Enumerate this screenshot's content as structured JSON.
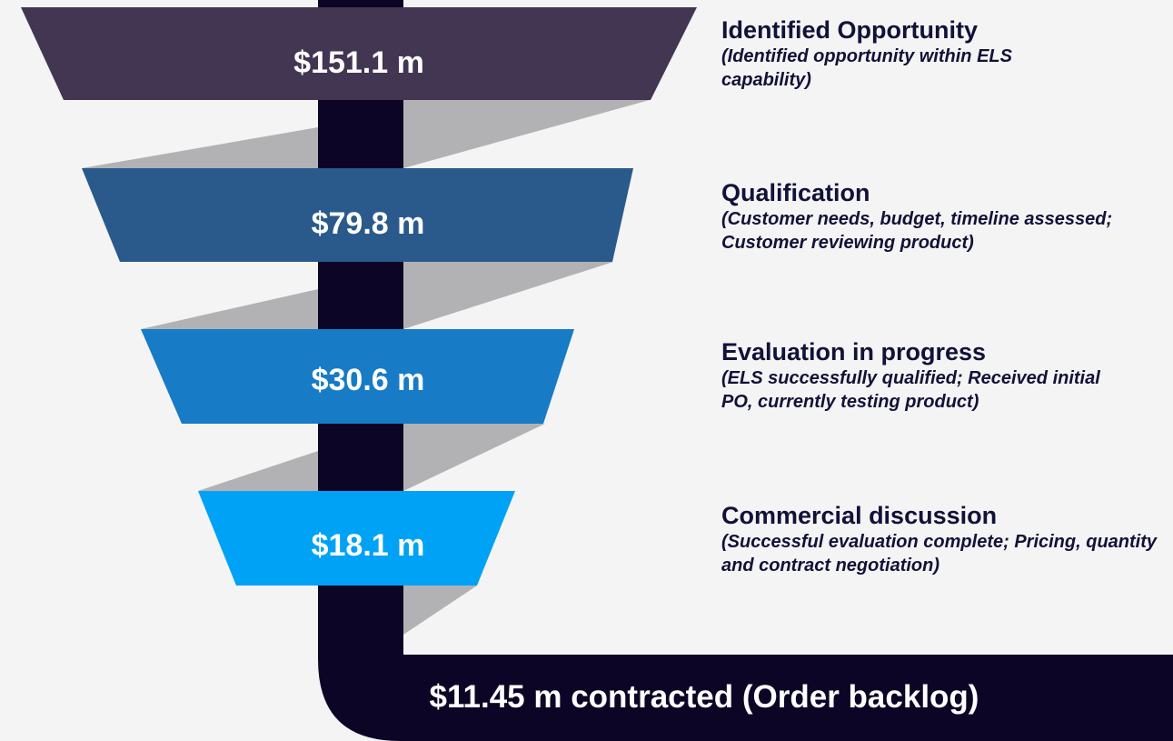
{
  "stages": [
    {
      "value": "$151.1 m",
      "title": "Identified Opportunity",
      "description": "(Identified opportunity within ELS capability)",
      "color": "#433652"
    },
    {
      "value": "$79.8 m",
      "title": "Qualification",
      "description": "(Customer needs, budget, timeline assessed; Customer reviewing product)",
      "color": "#2a5a8c"
    },
    {
      "value": "$30.6 m",
      "title": "Evaluation in progress",
      "description": "(ELS successfully qualified; Received initial PO, currently testing product)",
      "color": "#177bc6"
    },
    {
      "value": "$18.1 m",
      "title": "Commercial discussion",
      "description": "(Successful evaluation complete; Pricing, quantity and contract negotiation)",
      "color": "#00a2f5"
    }
  ],
  "result": {
    "label": "$11.45 m contracted (Order backlog)"
  },
  "colors": {
    "background": "#f4f4f4",
    "pipe": "#0d0526",
    "connector": "#b2b2b5",
    "text_dark": "#121138",
    "text_light": "#ffffff"
  }
}
